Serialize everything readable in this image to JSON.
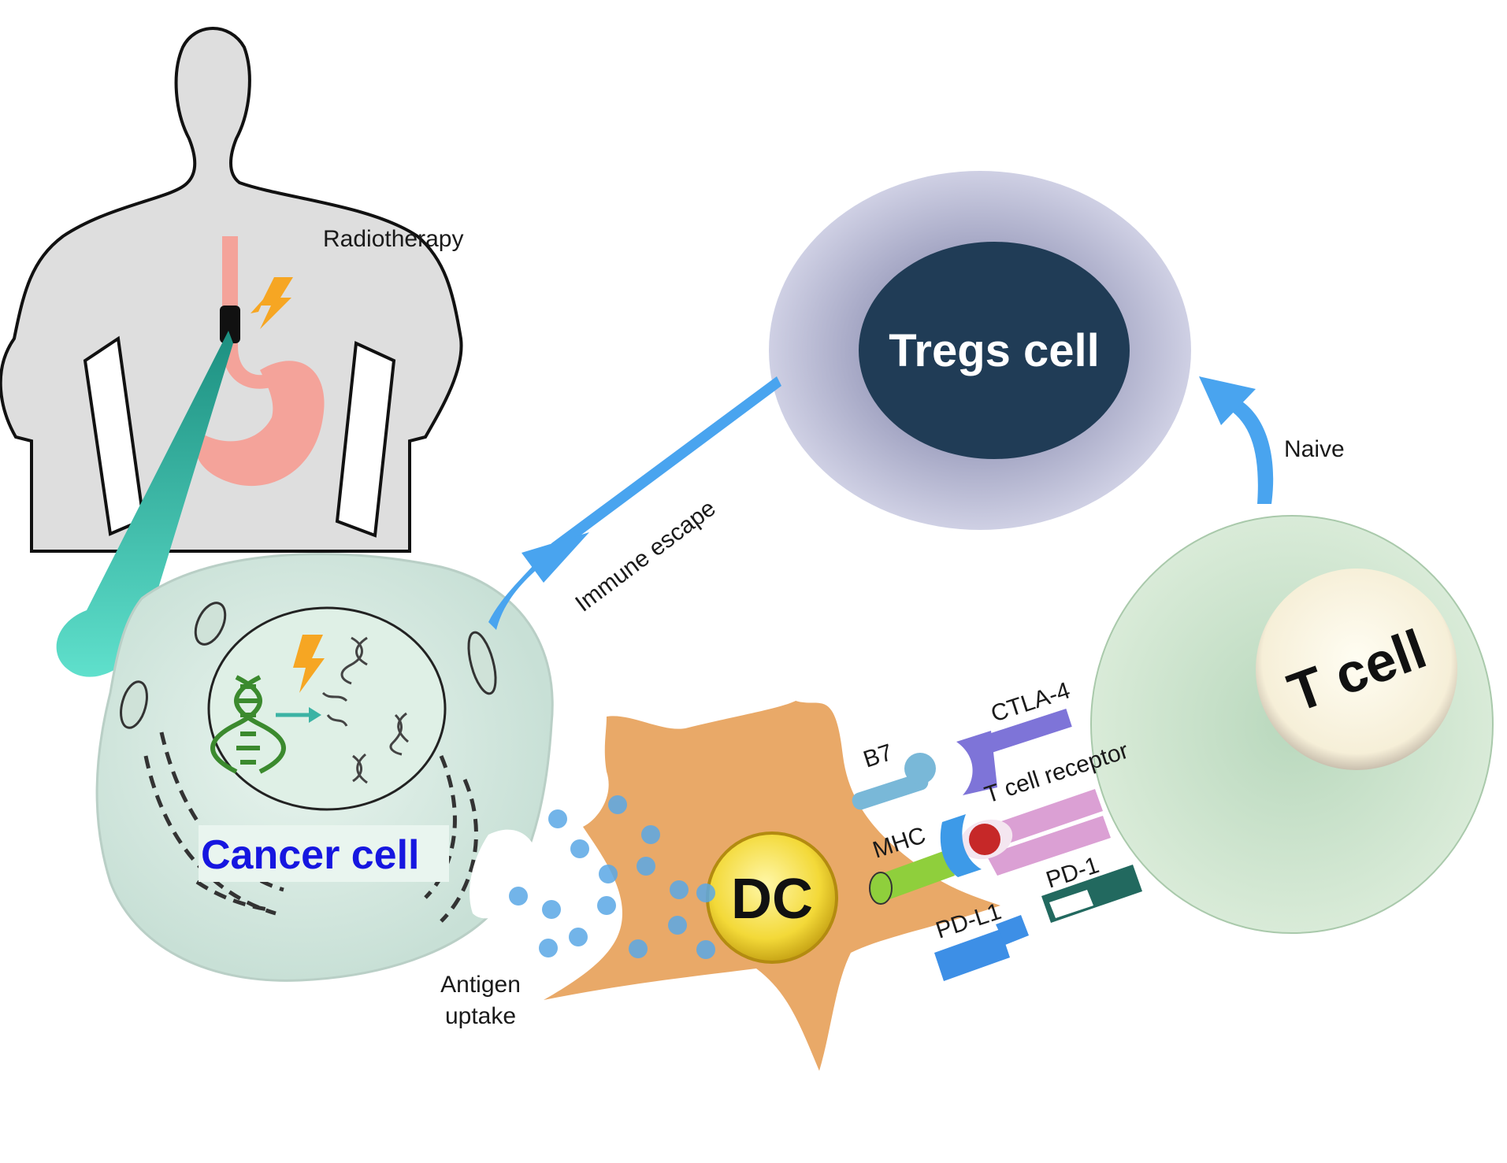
{
  "labels": {
    "radiotherapy": "Radiotherapy",
    "tregs": "Tregs cell",
    "naive": "Naive",
    "immune_escape": "Immune escape",
    "cancer_cell": "Cancer cell",
    "dc": "DC",
    "t_cell": "T cell",
    "b7": "B7",
    "ctla4": "CTLA-4",
    "t_cell_receptor": "T cell receptor",
    "mhc": "MHC",
    "pd1": "PD-1",
    "pdl1": "PD-L1",
    "antigen_line1": "Antigen",
    "antigen_line2": "uptake"
  },
  "colors": {
    "body_silhouette": "#dedede",
    "organ": "#f4a39a",
    "beam": "#3cc4b0",
    "lightning": "#f6a623",
    "tregs_outer": "#c9cbe0",
    "tregs_inner": "#203c56",
    "tcell_outer": "#cfe4cf",
    "tcell_inner": "#fbf6e6",
    "dc_body": "#e9a968",
    "dc_nucleus": "#f7e04a",
    "cancer_cell": "#d9ece4",
    "dna": "#3b8a2e",
    "arrow": "#49a4ef",
    "cancer_label": "#1616e0",
    "antigen": "#5aa8e6"
  }
}
